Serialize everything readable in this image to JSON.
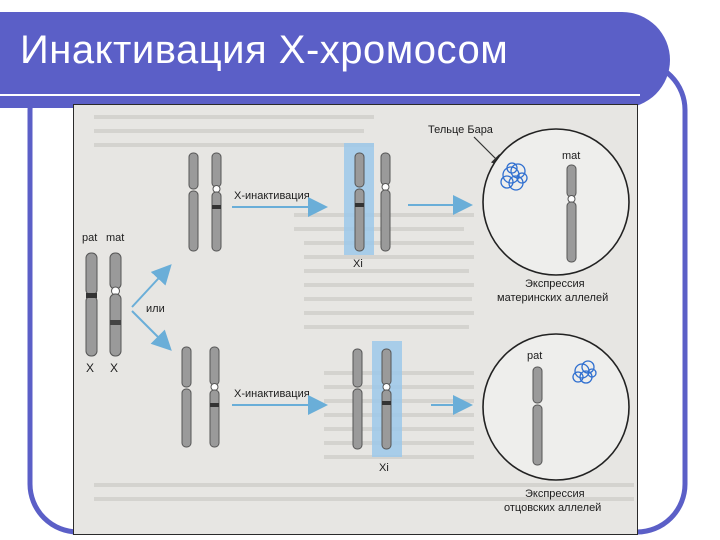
{
  "slide": {
    "title": "Инактивация Х-хромосом"
  },
  "figure": {
    "pat": "pat",
    "mat": "mat",
    "x_left": "X",
    "x_right": "X",
    "or": "или",
    "x_inactivation_top": "Х-инактивация",
    "x_inactivation_bottom": "Х-инактивация",
    "xi_top": "Xi",
    "xi_bottom": "Xi",
    "barr_body": "Тельце Бара",
    "cell_top_label": "mat",
    "cell_bottom_label": "pat",
    "expr_top_line1": "Экспрессия",
    "expr_top_line2": "материнских аллелей",
    "expr_bottom_line1": "Экспрессия",
    "expr_bottom_line2": "отцовских аллелей"
  },
  "colors": {
    "frame": "#5b5fc7",
    "title_text": "#ffffff",
    "highlight": "#9cc8ea",
    "arrow": "#6aaed8",
    "barr_body": "#2f6fd0",
    "chromosome": "#9a9a9a"
  }
}
